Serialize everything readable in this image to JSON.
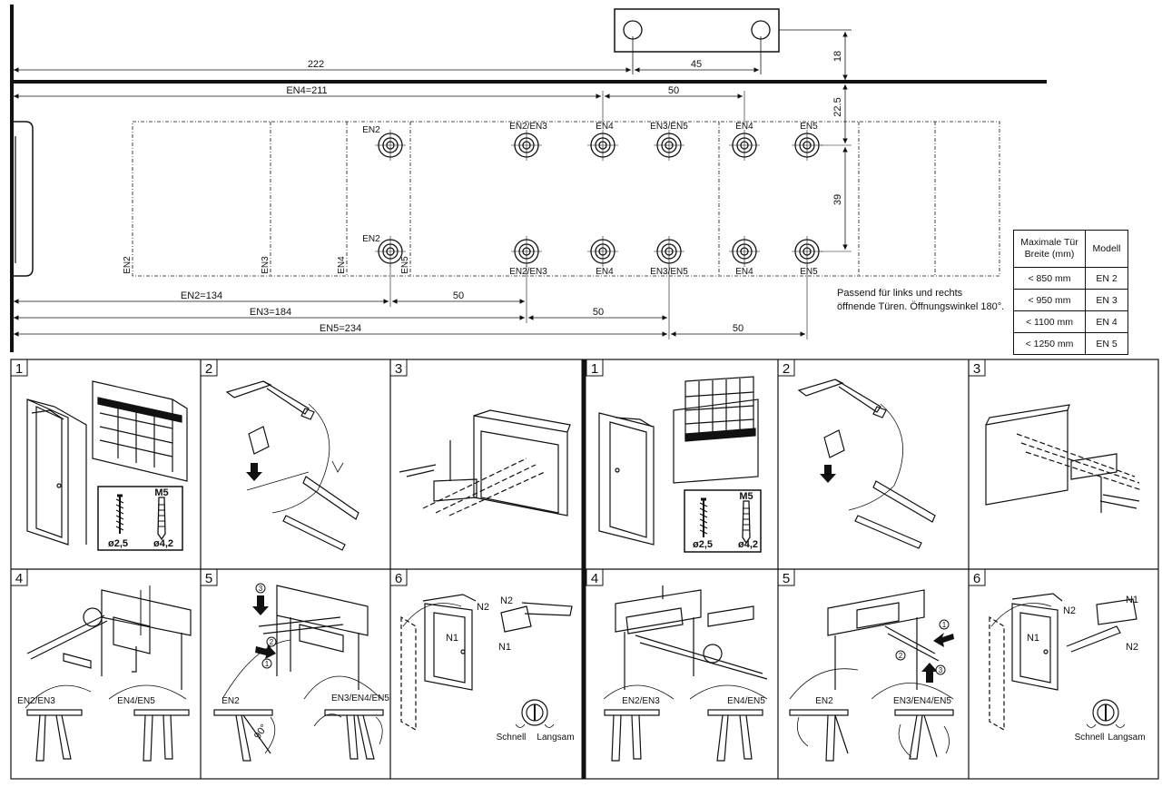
{
  "dims": {
    "d222": "222",
    "d45": "45",
    "d18": "18",
    "en4": "EN4=211",
    "d50a": "50",
    "d22_5": "22.5",
    "d39": "39",
    "en2": "EN2=134",
    "d50b": "50",
    "en3": "EN3=184",
    "d50c": "50",
    "en5": "EN5=234",
    "d50d": "50"
  },
  "hole_labels": {
    "en2_top": "EN2",
    "en23_top": "EN2/EN3",
    "en4_top": "EN4",
    "en35_top": "EN3/EN5",
    "en4_top_b": "EN4",
    "en5_top": "EN5",
    "en2_bot": "EN2",
    "en23_bot": "EN2/EN3",
    "en4_bot": "EN4",
    "en35_bot": "EN3/EN5",
    "en4_bot_b": "EN4",
    "en5_bot": "EN5"
  },
  "edge_labels": [
    "EN2",
    "EN3",
    "EN4",
    "EN5"
  ],
  "note_line1": "Passend für links und rechts",
  "note_line2": "öffnende Türen. Öffnungswinkel 180°.",
  "spec_table": {
    "header_width": "Maximale Tür Breite (mm)",
    "header_model": "Modell",
    "rows": [
      {
        "width": "< 850 mm",
        "model": "EN 2"
      },
      {
        "width": "< 950 mm",
        "model": "EN 3"
      },
      {
        "width": "< 1100 mm",
        "model": "EN 4"
      },
      {
        "width": "< 1250 mm",
        "model": "EN 5"
      }
    ]
  },
  "steps": [
    "1",
    "2",
    "3",
    "1",
    "2",
    "3",
    "4",
    "5",
    "6",
    "4",
    "5",
    "6"
  ],
  "screw_labels": {
    "m5": "M5",
    "d25": "ø2,5",
    "d42": "ø4,2"
  },
  "arm_labels": {
    "en23": "EN2/EN3",
    "en45": "EN4/EN5",
    "en2": "EN2",
    "en345": "EN3/EN4/EN5",
    "deg90": "90°"
  },
  "speed_labels": {
    "fast": "Schnell",
    "slow": "Langsam"
  },
  "valve_labels": {
    "n1": "N1",
    "n2": "N2"
  },
  "callouts": [
    "1",
    "2",
    "3"
  ]
}
